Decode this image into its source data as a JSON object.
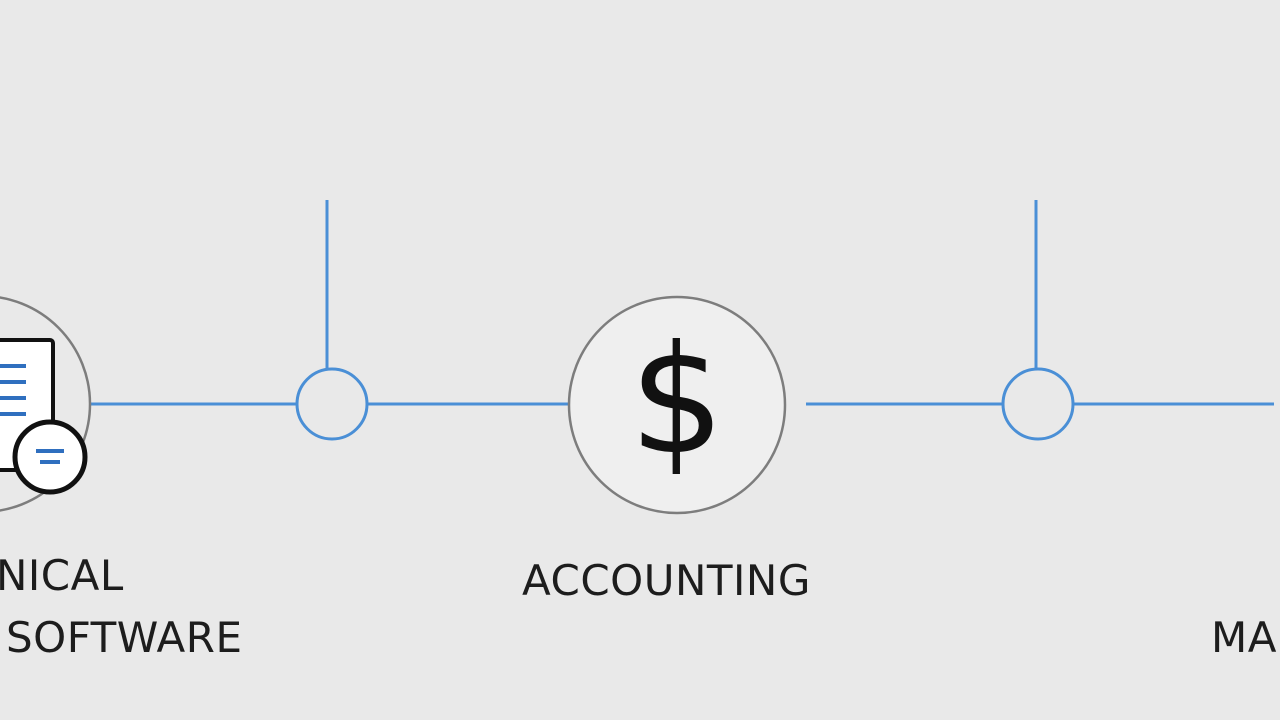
{
  "labels": {
    "left_line1": "NICAL",
    "left_line2": "SOFTWARE",
    "center": "ACCOUNTING",
    "right": "MA"
  },
  "icons": {
    "left": "document-chat-icon",
    "center": "dollar-sign-icon",
    "dollar_glyph": "$"
  },
  "colors": {
    "background": "#e9e9e9",
    "connector": "#4a8fd6",
    "circle_outline": "#7d7d7d",
    "icon_accent": "#2f6fbf",
    "text": "#1d1d1d"
  }
}
